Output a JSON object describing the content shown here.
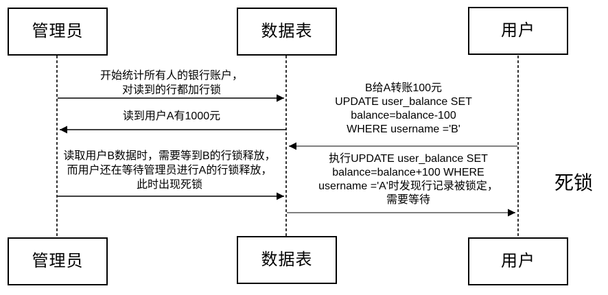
{
  "diagram_type": "sequence-diagram",
  "colors": {
    "background": "#ffffff",
    "stroke": "#000000",
    "muted_arrow": "#808080"
  },
  "actors": [
    {
      "id": "admin",
      "label": "管理员"
    },
    {
      "id": "table",
      "label": "数据表"
    },
    {
      "id": "user",
      "label": "用户"
    }
  ],
  "messages": [
    {
      "from": "管理员",
      "to": "数据表",
      "direction": "right",
      "lines": [
        "开始统计所有人的银行账户，",
        "对读到的行都加行锁"
      ]
    },
    {
      "from": "数据表",
      "to": "管理员",
      "direction": "left",
      "lines": [
        "读到用户A有1000元"
      ]
    },
    {
      "from": "用户",
      "to": "数据表",
      "direction": "left",
      "lines": [
        "B给A转账100元",
        "UPDATE user_balance SET",
        "balance=balance-100",
        "WHERE username ='B'"
      ]
    },
    {
      "from": "管理员",
      "to": "数据表",
      "direction": "right",
      "lines": [
        "读取用户B数据时，需要等到B的行锁释放，",
        "而用户还在等待管理员进行A的行锁释放，",
        "此时出现死锁"
      ]
    },
    {
      "from": "数据表",
      "to": "用户",
      "direction": "right",
      "lines": [
        "执行UPDATE user_balance SET",
        "balance=balance+100 WHERE",
        "username ='A'时发现行记录被锁定，",
        "需要等待"
      ]
    }
  ],
  "annotation": {
    "deadlock_label": "死锁"
  }
}
